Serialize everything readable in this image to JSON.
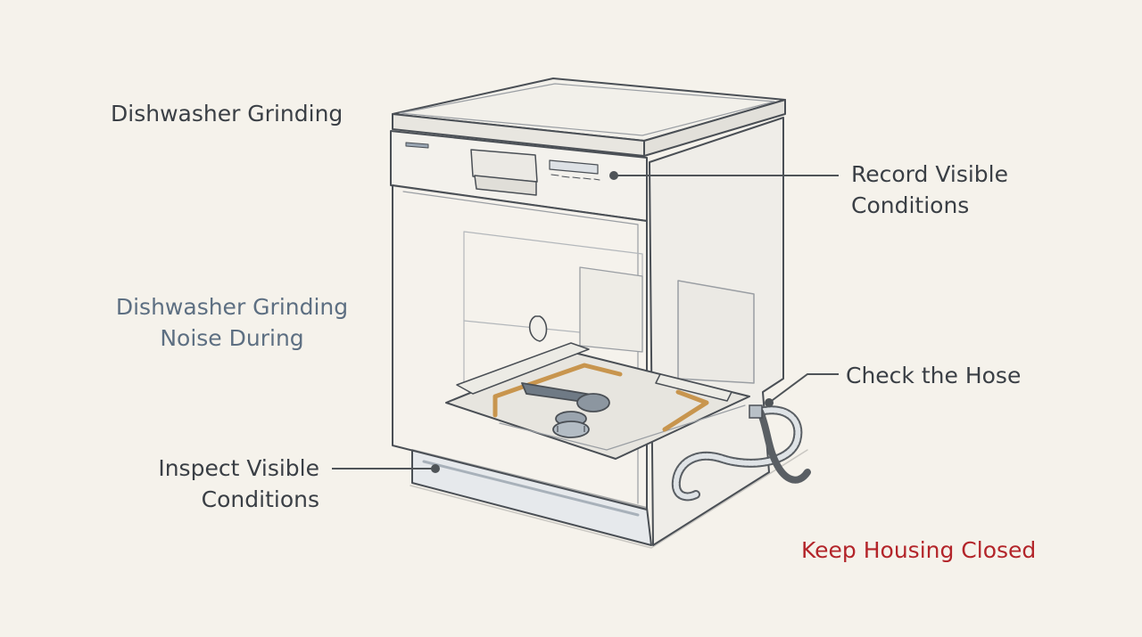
{
  "title": "Dishwasher Grinding",
  "subtitle": {
    "line1": "Dishwasher Grinding",
    "line2": "Noise During"
  },
  "callouts": {
    "record": {
      "line1": "Record Visible",
      "line2": "Conditions"
    },
    "hose": {
      "text": "Check the Hose"
    },
    "inspect": {
      "line1": "Inspect Visible",
      "line2": "Conditions"
    },
    "warning": {
      "text": "Keep Housing Closed"
    }
  },
  "colors": {
    "background": "#f5f2eb",
    "text": "#3a3f45",
    "subtitle": "#5d6f82",
    "warning": "#b3252a",
    "spray_arm_ring": "#c8954e"
  }
}
